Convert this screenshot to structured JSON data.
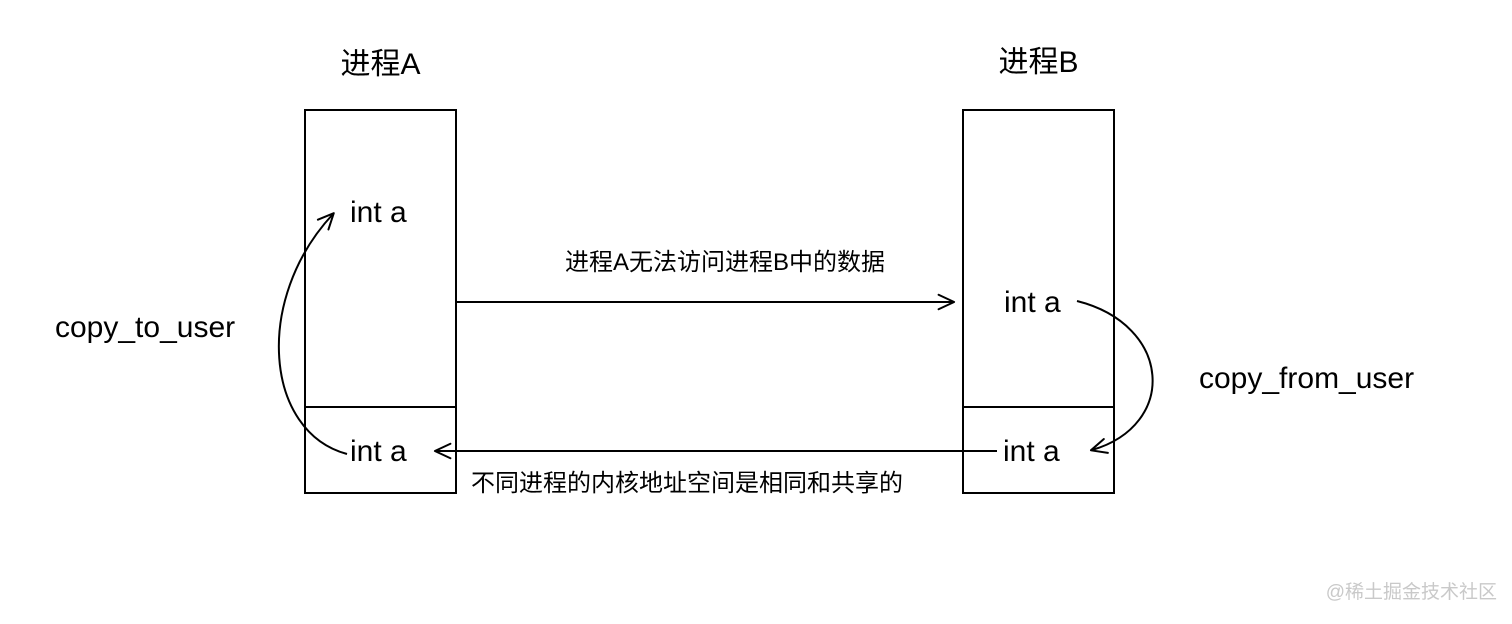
{
  "diagram": {
    "background": "#ffffff",
    "line_color": "#000000",
    "process_a": {
      "title": "进程A",
      "user_space_var": "int a",
      "kernel_space_var": "int a"
    },
    "process_b": {
      "title": "进程B",
      "user_space_var": "int a",
      "kernel_space_var": "int a"
    },
    "arrows": {
      "cross_process_caption": "进程A无法访问进程B中的数据",
      "kernel_shared_caption": "不同进程的内核地址空间是相同和共享的",
      "copy_to_user_label": "copy_to_user",
      "copy_from_user_label": "copy_from_user"
    },
    "watermark": {
      "text": "@稀土掘金技术社区",
      "color": "#c9c9c9"
    }
  }
}
